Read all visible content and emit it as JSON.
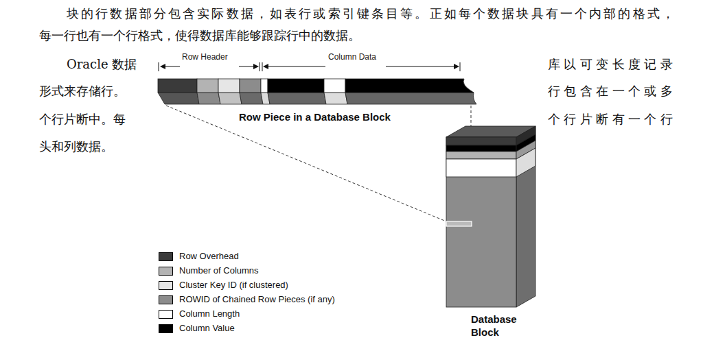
{
  "diagram": {
    "nodes": [
      {
        "text": [
          "Row Piece in a Database Block"
        ]
      },
      {
        "text": [
          "Database Block"
        ]
      }
    ],
    "labels": [
      "块的行数据部分包含实际数据，如表行或索引键条目等。正如每个数据块具有一个内部的格式，",
      "每一行也有一个行格式，使得数据库能够跟踪行中的数据。",
      "Oracle 数据",
      "形式来存储行。",
      "个行片断中。每",
      "头和列数据。",
      "库以可变长度记录",
      "行包含在一个或多",
      "个行片断有一个行",
      "Row Header",
      "Column Data"
    ],
    "legend": [
      {
        "text": "Row Overhead",
        "color": "#3a3a3a"
      },
      {
        "text": "Number of Columns",
        "color": "#b3b3b3"
      },
      {
        "text": "Cluster Key ID (if clustered)",
        "color": "#e6e6e6"
      },
      {
        "text": "ROWID of Chained Row Pieces (if any)",
        "color": "#8c8c8c"
      },
      {
        "text": "Column Length",
        "color": "#ffffff"
      },
      {
        "text": "Column Value",
        "color": "#000000"
      }
    ]
  }
}
